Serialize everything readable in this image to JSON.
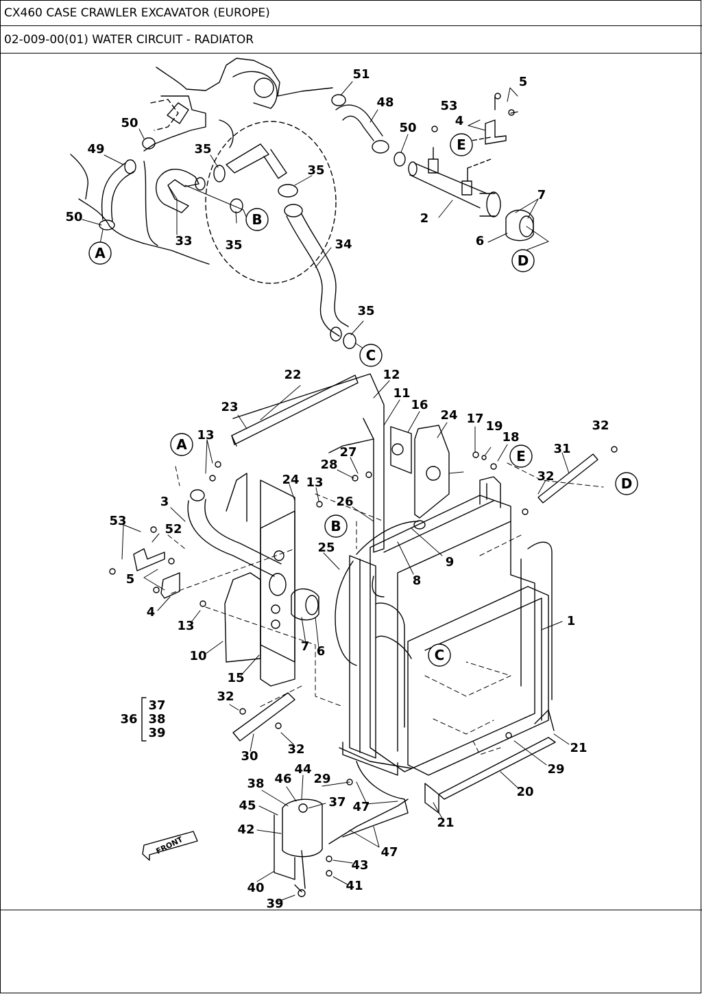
{
  "header": {
    "model_title": "CX460 CASE CRAWLER EXCAVATOR (EUROPE)",
    "section_title": "02-009-00(01) WATER CIRCUIT -  RADIATOR"
  },
  "diagram": {
    "front_label": "FRONT",
    "callouts": {
      "A1": "A",
      "B1": "B",
      "C1": "C",
      "D1": "D",
      "E1": "E",
      "A2": "A",
      "B2": "B",
      "C2": "C",
      "D2": "D",
      "E2": "E"
    },
    "group_36": {
      "main": "36",
      "items": [
        "37",
        "38",
        "39"
      ]
    },
    "part_numbers": [
      "51",
      "48",
      "53",
      "5",
      "4",
      "50",
      "7",
      "2",
      "6",
      "50",
      "49",
      "35",
      "50",
      "33",
      "35",
      "35",
      "34",
      "35",
      "22",
      "12",
      "11",
      "16",
      "24",
      "17",
      "19",
      "18",
      "32",
      "23",
      "13",
      "27",
      "28",
      "31",
      "32",
      "24",
      "13",
      "26",
      "3",
      "53",
      "52",
      "25",
      "9",
      "8",
      "5",
      "4",
      "13",
      "1",
      "7",
      "6",
      "10",
      "15",
      "32",
      "32",
      "30",
      "21",
      "29",
      "20",
      "21",
      "44",
      "46",
      "29",
      "38",
      "37",
      "45",
      "47",
      "42",
      "47",
      "43",
      "41",
      "40",
      "39"
    ]
  }
}
